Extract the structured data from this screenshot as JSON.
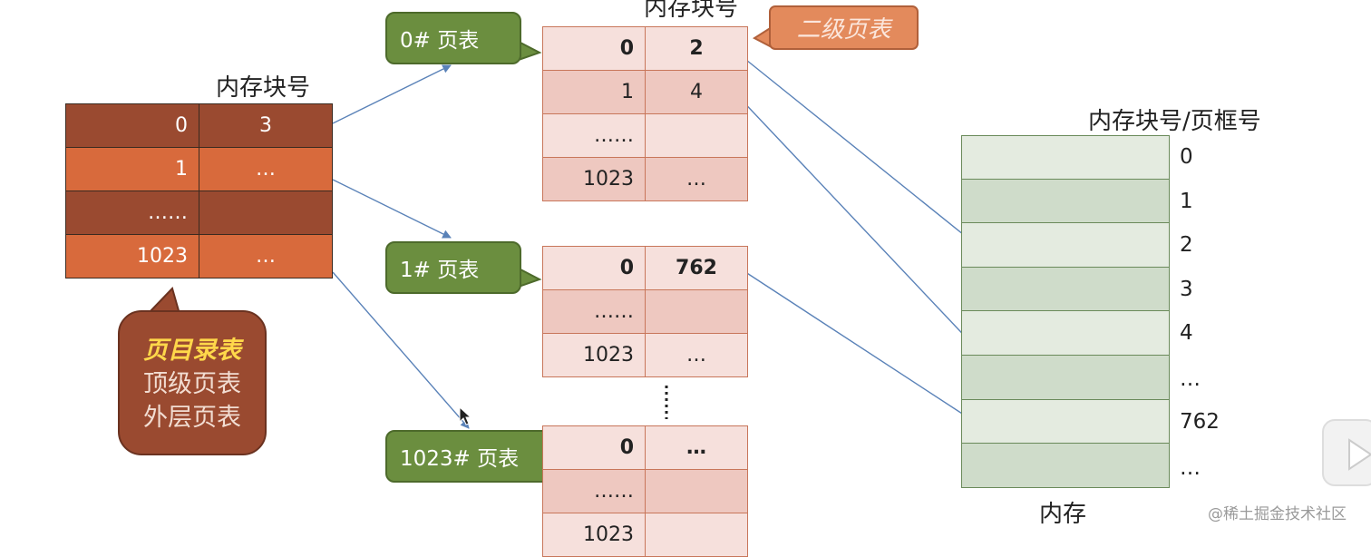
{
  "labels": {
    "dir_header": "内存块号",
    "pt_header": "内存块号",
    "mem_header": "内存块号/页框号",
    "mem_caption": "内存",
    "second_level": "二级页表",
    "watermark": "@稀土掘金技术社区"
  },
  "page_directory": {
    "rows": [
      {
        "index": "0",
        "block": "3"
      },
      {
        "index": "1",
        "block": "…"
      },
      {
        "index": "……",
        "block": ""
      },
      {
        "index": "1023",
        "block": "…"
      }
    ],
    "callout": {
      "line1": "页目录表",
      "line2": "顶级页表",
      "line3": "外层页表"
    }
  },
  "page_tables": [
    {
      "name": "0# 页表",
      "rows": [
        {
          "index": "0",
          "block": "2"
        },
        {
          "index": "1",
          "block": "4"
        },
        {
          "index": "……",
          "block": ""
        },
        {
          "index": "1023",
          "block": "…"
        }
      ]
    },
    {
      "name": "1# 页表",
      "rows": [
        {
          "index": "0",
          "block": "762"
        },
        {
          "index": "……",
          "block": ""
        },
        {
          "index": "1023",
          "block": "…"
        }
      ]
    },
    {
      "name": "1023# 页表",
      "rows": [
        {
          "index": "0",
          "block": "…"
        },
        {
          "index": "……",
          "block": ""
        },
        {
          "index": "1023",
          "block": ""
        }
      ]
    }
  ],
  "memory_frames": [
    "0",
    "1",
    "2",
    "3",
    "4",
    "…",
    "762",
    "…"
  ],
  "colors": {
    "dir_dark": "#9a4a30",
    "dir_light": "#d86a3c",
    "callout_green": "#6b8e3f",
    "arrow": "#5a82b8",
    "memory_light": "#e4ebe0",
    "memory_dark": "#cfdcca"
  }
}
